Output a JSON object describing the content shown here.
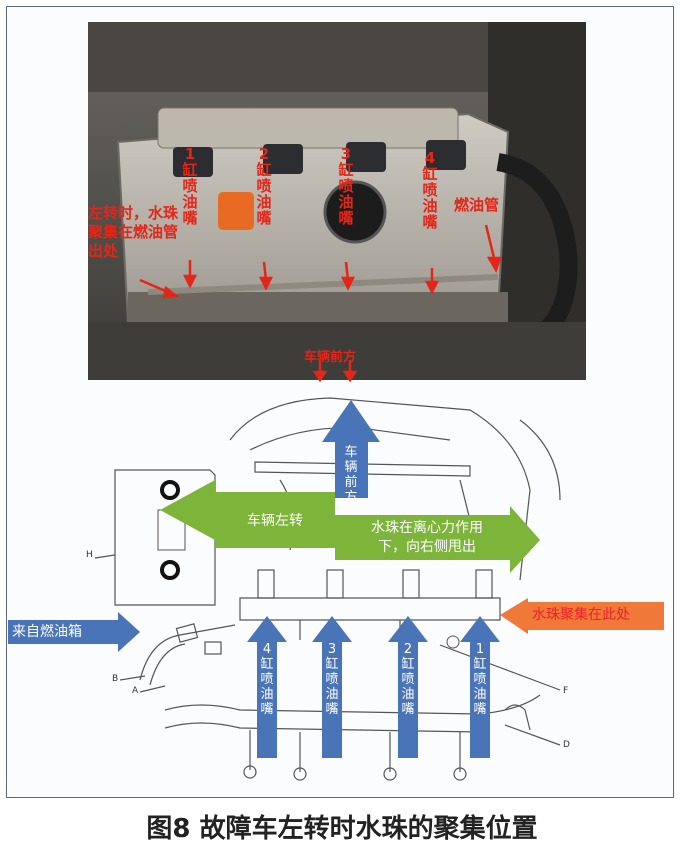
{
  "photo": {
    "cyl1": "1缸喷油嘴",
    "cyl2": "2缸喷油嘴",
    "cyl3": "3缸喷油嘴",
    "cyl4": "4缸喷油嘴",
    "left_turn_note": "左转时，水珠聚集在燃油管出处",
    "fuel_pipe": "燃油管",
    "front_label": "车辆前方"
  },
  "diagram": {
    "front_vertical": "车辆前方",
    "left_turn": "车辆左转",
    "centrifugal_line1": "水珠在离心力作用",
    "centrifugal_line2": "下，向右侧甩出",
    "water_gather": "水珠聚集在此处",
    "from_tank": "来自燃油箱",
    "inj4": "4缸喷油嘴",
    "inj3": "3缸喷油嘴",
    "inj2": "2缸喷油嘴",
    "inj1": "1缸喷油嘴",
    "letter_h": "H",
    "letter_b": "B",
    "letter_a": "A",
    "letter_f": "F",
    "letter_d": "D"
  },
  "caption": "图8 故障车左转时水珠的聚集位置",
  "colors": {
    "red_label": "#e32618",
    "green_arrow": "#7db53a",
    "blue_arrow": "#4a74b8",
    "orange_arrow": "#f07838"
  }
}
